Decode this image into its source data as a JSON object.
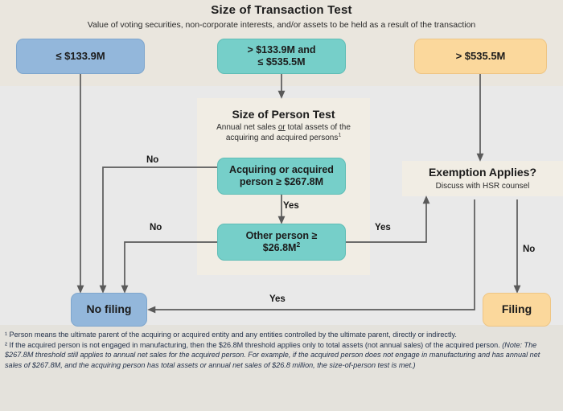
{
  "header": {
    "title": "Size of Transaction Test",
    "subtitle": "Value of voting securities, non-corporate interests, and/or assets to be held as a result of the transaction"
  },
  "nodes": {
    "le_133_9m": "≤ $133.9M",
    "between_line1": "> $133.9M and",
    "between_line2": "≤ $535.5M",
    "gt_535_5m": "> $535.5M",
    "acquiring_line1": "Acquiring or acquired",
    "acquiring_line2": "person ≥ $267.8M",
    "other_line1": "Other person ≥",
    "other_line2": "$26.8M",
    "other_footnote_marker": "2",
    "no_filing": "No filing",
    "filing": "Filing"
  },
  "person_panel": {
    "title": "Size of Person Test",
    "sub_line1_a": "Annual net sales ",
    "sub_line1_or": "or",
    "sub_line1_b": " total assets of the",
    "sub_line2": "acquiring and acquired persons",
    "sub_footnote_marker": "1"
  },
  "exemption_panel": {
    "title": "Exemption Applies?",
    "subtitle": "Discuss with HSR counsel"
  },
  "edge_labels": {
    "no_acquiring": "No",
    "no_other": "No",
    "yes_acquiring_to_other": "Yes",
    "yes_other_to_exemption": "Yes",
    "yes_exemption_to_nofiling": "Yes",
    "no_exemption_to_filing": "No"
  },
  "footnotes": {
    "one": "¹ Person means the ultimate parent of the acquiring or acquired entity and any entities controlled by the ultimate parent, directly or indirectly.",
    "two_plain": "² If the acquired person is not engaged in manufacturing, then the $26.8M threshold applies only to total assets (not annual sales) of the acquired person.  ",
    "two_italic": "(Note: The $267.8M threshold still applies to annual net sales for the acquired person.  For example, if the acquired person does not engage in manufacturing and has annual net sales of $267.8M, and the acquiring person has total assets or annual net sales of $26.8 million, the size-of-person test is met.)"
  },
  "colors": {
    "blue": "#93b7db",
    "teal": "#76cfc9",
    "orange": "#fbd89c",
    "panel_cream": "#f1ede4",
    "header_band": "#eae6de",
    "body_band": "#e9e9e9",
    "notes_band": "#e4e2dc",
    "edge_line": "#5a5a5a",
    "note_text": "#23314a"
  }
}
